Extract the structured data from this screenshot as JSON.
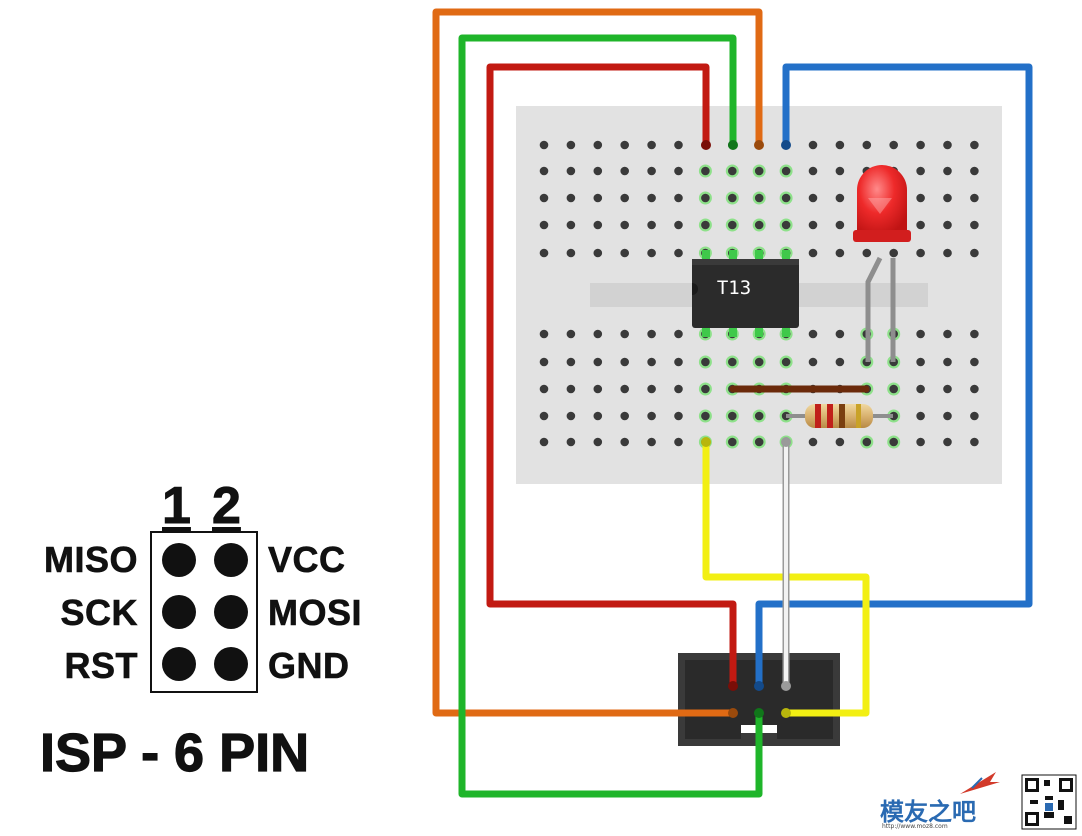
{
  "chip": {
    "label": "T13"
  },
  "isp": {
    "column_numbers": [
      "1",
      "2"
    ],
    "left_labels": [
      "MISO",
      "SCK",
      "RST"
    ],
    "right_labels": [
      "VCC",
      "MOSI",
      "GND"
    ],
    "title": "ISP - 6 PIN"
  },
  "watermark": {
    "text": "模友之吧",
    "url": "http://www.moz8.com"
  },
  "colors": {
    "orange": "#e06a14",
    "green": "#1fb52a",
    "red": "#c21a12",
    "blue": "#2370c8",
    "yellow": "#f2ef13",
    "white_wire": "#e6e6e6",
    "breadboard": "#e2e2e2",
    "led": "#e8242a",
    "chip": "#2b2b2b"
  }
}
